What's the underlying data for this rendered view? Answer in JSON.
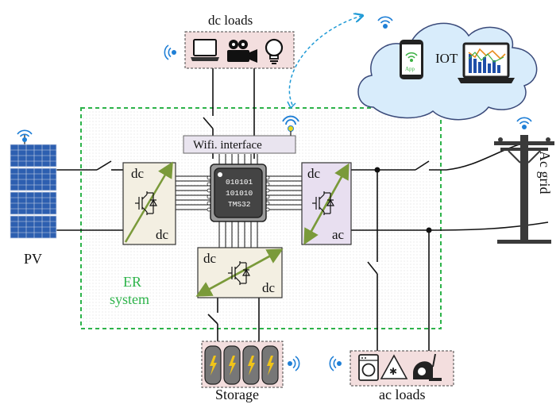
{
  "labels": {
    "dc_loads": "dc loads",
    "ac_loads": "ac loads",
    "storage": "Storage",
    "pv": "PV",
    "ac_grid": "Ac grid",
    "iot": "IOT",
    "app": "App",
    "wifi_interface": "Wifi. interface",
    "er_system_line1": "ER",
    "er_system_line2": "system"
  },
  "chip": {
    "line1": "010101",
    "line2": "101010",
    "line3": "TMS32"
  },
  "converters": {
    "pv_converter": {
      "top": "dc",
      "bottom": "dc"
    },
    "grid_converter": {
      "top": "dc",
      "bottom": "ac"
    },
    "storage_converter": {
      "top": "dc",
      "bottom": "dc"
    }
  },
  "colors": {
    "er_border": "#2db34a",
    "er_text": "#2db34a",
    "wifi": "#1f7fd6",
    "arrow": "#7a9a3a",
    "loads_box": "#f3dede",
    "grid_conv": "#e8dff0",
    "cloud": "#d8ecfb"
  }
}
